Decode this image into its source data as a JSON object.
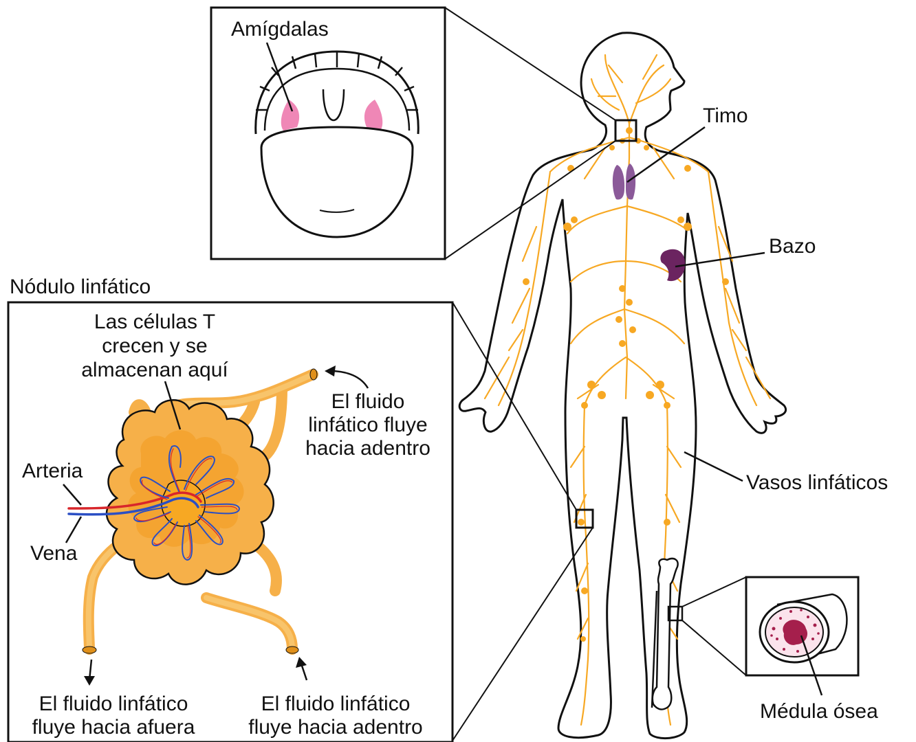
{
  "labels": {
    "tonsils": "Amígdalas",
    "thymus": "Timo",
    "spleen": "Bazo",
    "lymph_node_title": "Nódulo linfático",
    "t_cells_1": "Las células T",
    "t_cells_2": "crecen y se",
    "t_cells_3": "almacenan aquí",
    "inflow_top_1": "El fluido",
    "inflow_top_2": "linfático fluye",
    "inflow_top_3": "hacia adentro",
    "artery": "Arteria",
    "vein": "Vena",
    "outflow_1": "El fluido linfático",
    "outflow_2": "fluye hacia afuera",
    "inflow_bottom_1": "El fluido linfático",
    "inflow_bottom_2": "fluye hacia adentro",
    "lymph_vessels": "Vasos linfáticos",
    "bone_marrow": "Médula ósea"
  },
  "colors": {
    "lymph": "#f7a823",
    "lymph_node_fill": "#f6b049",
    "lymph_node_inner": "#f4a431",
    "thymus": "#8b5a99",
    "spleen": "#6b2460",
    "tonsil": "#ef87b6",
    "artery": "#d8262b",
    "vein": "#2b4fc4",
    "marrow": "#a51f4c",
    "outline": "#111111"
  }
}
